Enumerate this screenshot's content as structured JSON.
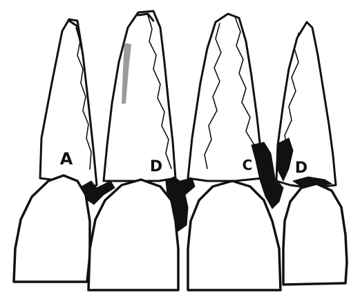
{
  "labels": {
    "a": "A",
    "b": "D",
    "c": "C",
    "d": "D"
  },
  "colors": {
    "ink": "#111111",
    "background": "#ffffff",
    "highlight": "#9a9a9a"
  }
}
